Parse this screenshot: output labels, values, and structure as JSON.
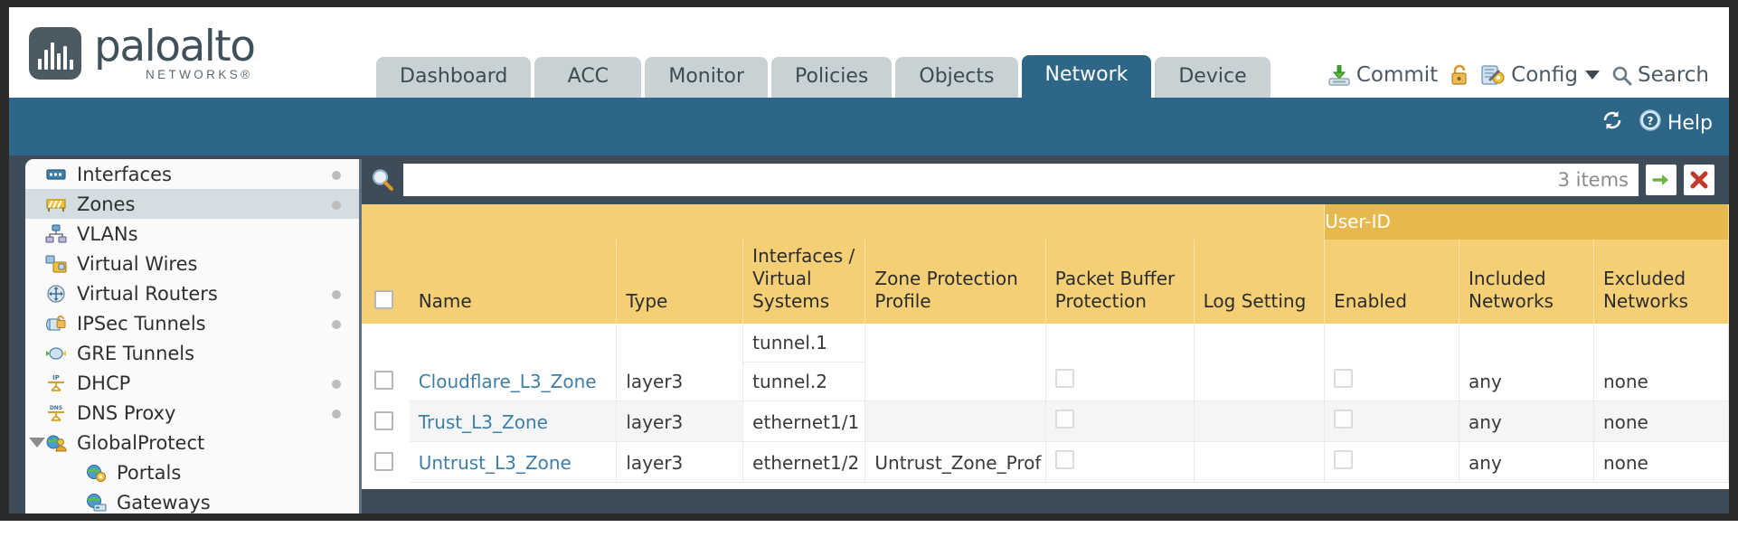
{
  "brand": {
    "name": "paloalto",
    "subtitle": "NETWORKS",
    "registered": "®"
  },
  "nav": {
    "tabs": [
      {
        "label": "Dashboard",
        "active": false
      },
      {
        "label": "ACC",
        "active": false
      },
      {
        "label": "Monitor",
        "active": false
      },
      {
        "label": "Policies",
        "active": false
      },
      {
        "label": "Objects",
        "active": false
      },
      {
        "label": "Network",
        "active": true
      },
      {
        "label": "Device",
        "active": false
      }
    ]
  },
  "topactions": {
    "commit": "Commit",
    "lock_icon": "lock-icon",
    "config": "Config",
    "search": "Search"
  },
  "blueband": {
    "refresh_icon": "refresh-icon",
    "help": "Help"
  },
  "sidebar": {
    "items": [
      {
        "label": "Interfaces",
        "icon": "interfaces-icon",
        "selected": false,
        "dot": true,
        "child": false,
        "expander": false
      },
      {
        "label": "Zones",
        "icon": "zones-icon",
        "selected": true,
        "dot": true,
        "child": false,
        "expander": false
      },
      {
        "label": "VLANs",
        "icon": "vlans-icon",
        "selected": false,
        "dot": false,
        "child": false,
        "expander": false
      },
      {
        "label": "Virtual Wires",
        "icon": "virtual-wires-icon",
        "selected": false,
        "dot": false,
        "child": false,
        "expander": false
      },
      {
        "label": "Virtual Routers",
        "icon": "virtual-routers-icon",
        "selected": false,
        "dot": true,
        "child": false,
        "expander": false
      },
      {
        "label": "IPSec Tunnels",
        "icon": "ipsec-tunnels-icon",
        "selected": false,
        "dot": true,
        "child": false,
        "expander": false
      },
      {
        "label": "GRE Tunnels",
        "icon": "gre-tunnels-icon",
        "selected": false,
        "dot": false,
        "child": false,
        "expander": false
      },
      {
        "label": "DHCP",
        "icon": "dhcp-icon",
        "selected": false,
        "dot": true,
        "child": false,
        "expander": false
      },
      {
        "label": "DNS Proxy",
        "icon": "dns-proxy-icon",
        "selected": false,
        "dot": true,
        "child": false,
        "expander": false
      },
      {
        "label": "GlobalProtect",
        "icon": "globalprotect-icon",
        "selected": false,
        "dot": false,
        "child": false,
        "expander": true
      },
      {
        "label": "Portals",
        "icon": "portals-icon",
        "selected": false,
        "dot": false,
        "child": true,
        "expander": false
      },
      {
        "label": "Gateways",
        "icon": "gateways-icon",
        "selected": false,
        "dot": false,
        "child": true,
        "expander": false
      }
    ]
  },
  "search": {
    "value": "",
    "placeholder": "",
    "item_count": "3 items",
    "apply_icon": "green-arrow-icon",
    "clear_icon": "red-x-icon",
    "magnifier_icon": "magnifier-icon"
  },
  "table": {
    "group_header": "User-ID",
    "columns": [
      "Name",
      "Type",
      "Interfaces / Virtual Systems",
      "Zone Protection Profile",
      "Packet Buffer Protection",
      "Log Setting",
      "Enabled",
      "Included Networks",
      "Excluded Networks"
    ],
    "rows": [
      {
        "selected": false,
        "name": "Cloudflare_L3_Zone",
        "type": "layer3",
        "interfaces": [
          "tunnel.1",
          "tunnel.2"
        ],
        "zone_protection_profile": "",
        "packet_buffer_protection": false,
        "log_setting": "",
        "userid_enabled": false,
        "included_networks": "any",
        "excluded_networks": "none"
      },
      {
        "selected": false,
        "name": "Trust_L3_Zone",
        "type": "layer3",
        "interfaces": [
          "ethernet1/1"
        ],
        "zone_protection_profile": "",
        "packet_buffer_protection": false,
        "log_setting": "",
        "userid_enabled": false,
        "included_networks": "any",
        "excluded_networks": "none"
      },
      {
        "selected": false,
        "name": "Untrust_L3_Zone",
        "type": "layer3",
        "interfaces": [
          "ethernet1/2"
        ],
        "zone_protection_profile": "Untrust_Zone_Prof",
        "packet_buffer_protection": false,
        "log_setting": "",
        "userid_enabled": false,
        "included_networks": "any",
        "excluded_networks": "none"
      }
    ]
  },
  "colors": {
    "brand_blue": "#2e6688",
    "tab_inactive": "#c8d2d4",
    "header_amber": "#f5cf76",
    "group_amber": "#e5b94e",
    "body_slate": "#3d4c57",
    "link_blue": "#3f7ea6"
  }
}
